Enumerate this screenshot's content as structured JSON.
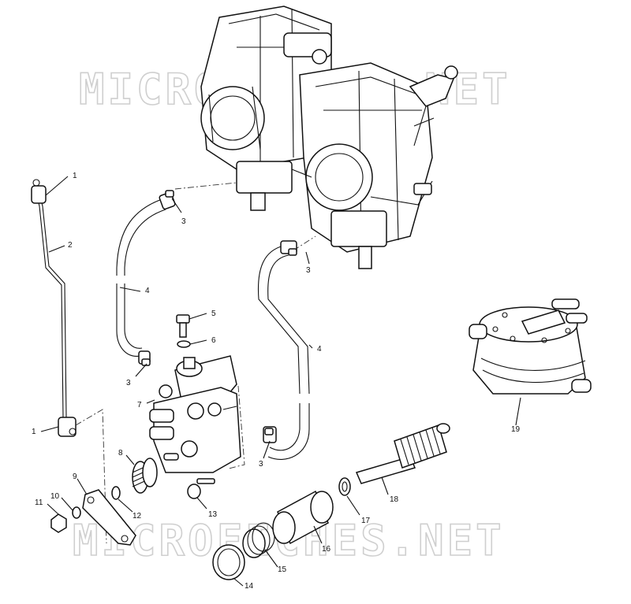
{
  "diagram": {
    "watermarks": [
      "MICROFICHES.NET",
      "MICROFICHES.NET"
    ],
    "callouts": [
      "1",
      "2",
      "3",
      "4",
      "5",
      "6",
      "3",
      "7",
      "4",
      "1",
      "3",
      "8",
      "9",
      "11",
      "10",
      "12",
      "13",
      "14",
      "15",
      "16",
      "17",
      "18",
      "19",
      "3"
    ]
  }
}
